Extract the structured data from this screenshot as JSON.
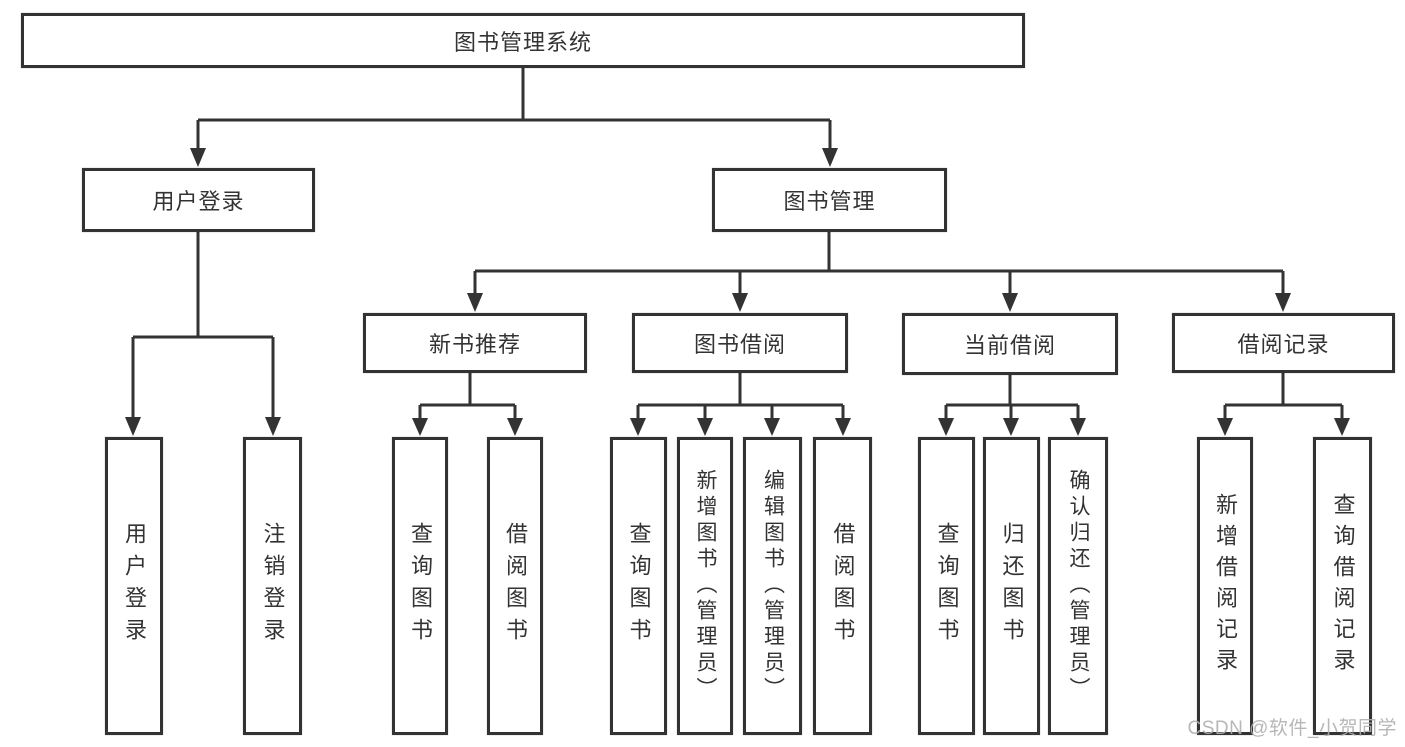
{
  "tree": {
    "root": {
      "label": "图书管理系统"
    },
    "children": [
      {
        "label": "用户登录",
        "children": [
          {
            "label": "用户登录"
          },
          {
            "label": "注销登录"
          }
        ]
      },
      {
        "label": "图书管理",
        "children": [
          {
            "label": "新书推荐",
            "children": [
              {
                "label": "查询图书"
              },
              {
                "label": "借阅图书"
              }
            ]
          },
          {
            "label": "图书借阅",
            "children": [
              {
                "label": "查询图书"
              },
              {
                "label": "新增图书（管理员）"
              },
              {
                "label": "编辑图书（管理员）"
              },
              {
                "label": "借阅图书"
              }
            ]
          },
          {
            "label": "当前借阅",
            "children": [
              {
                "label": "查询图书"
              },
              {
                "label": "归还图书"
              },
              {
                "label": "确认归还（管理员）"
              }
            ]
          },
          {
            "label": "借阅记录",
            "children": [
              {
                "label": "新增借阅记录"
              },
              {
                "label": "查询借阅记录"
              }
            ]
          }
        ]
      }
    ]
  },
  "watermark": {
    "text": "CSDN @软件_小贺同学"
  },
  "colors": {
    "line": "#333333",
    "text": "#333333",
    "background": "#ffffff",
    "watermark": "#b0b0b0"
  }
}
